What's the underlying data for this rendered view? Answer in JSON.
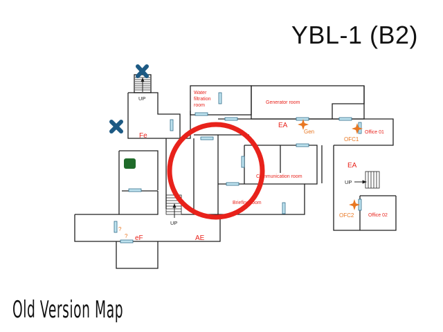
{
  "title": "YBL-1 (B2)",
  "footer": "Old Version Map",
  "colors": {
    "wall": "#1f1f1f",
    "door_fill": "#bfe3ef",
    "door_stroke": "#2f6b8a",
    "label_red": "#e8221b",
    "label_orange": "#e87722",
    "highlight_circle": "#e8221b",
    "x_marker": "#1d5a84",
    "green_marker": "#1f6b2a"
  },
  "rooms": {
    "water": [
      "Water",
      "filtration",
      "room"
    ],
    "generator": "Generator room",
    "communication": "Communication room",
    "briefing": "Briefing room",
    "office01": "Office 01",
    "office02": "Office 02"
  },
  "markers": {
    "fe": "Fe",
    "ea_top": "EA",
    "gen": "Gen",
    "ofc1": "OFC1",
    "ea_right": "EA",
    "ofc2": "OFC2",
    "ef": "eF",
    "ae": "AE",
    "q1": "?",
    "q2": "?"
  },
  "stairs": {
    "up_top": "UP",
    "up_bottom": "UP",
    "up_right": "UP"
  },
  "icons": {
    "x_marker": "x-icon",
    "crosshair": "crosshair-star-icon",
    "highlight": "circle-highlight"
  }
}
